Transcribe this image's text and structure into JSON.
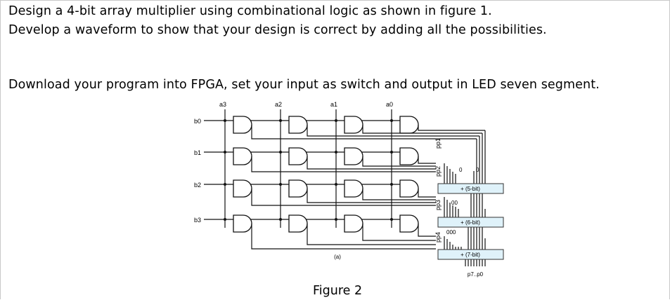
{
  "text": {
    "line1": "Design a 4-bit array multiplier using combinational logic as shown in figure 1.",
    "line2": "Develop a waveform to show that your design is correct by adding all the possibilities.",
    "line3": "Download your program into FPGA, set your input as switch and output in LED seven segment."
  },
  "figure": {
    "inputs_a": [
      "a3",
      "a2",
      "a1",
      "a0"
    ],
    "inputs_b": [
      "b0",
      "b1",
      "b2",
      "b3"
    ],
    "partial_products": [
      "pp1",
      "pp2",
      "pp3",
      "pp4"
    ],
    "adders": [
      "+ (5-bit)",
      "+ (6-bit)",
      "+ (7-bit)"
    ],
    "pad_zeros": [
      "0",
      "0",
      "00",
      "000"
    ],
    "output": "p7..p0",
    "sublabel": "(a)",
    "caption": "Figure 2"
  }
}
